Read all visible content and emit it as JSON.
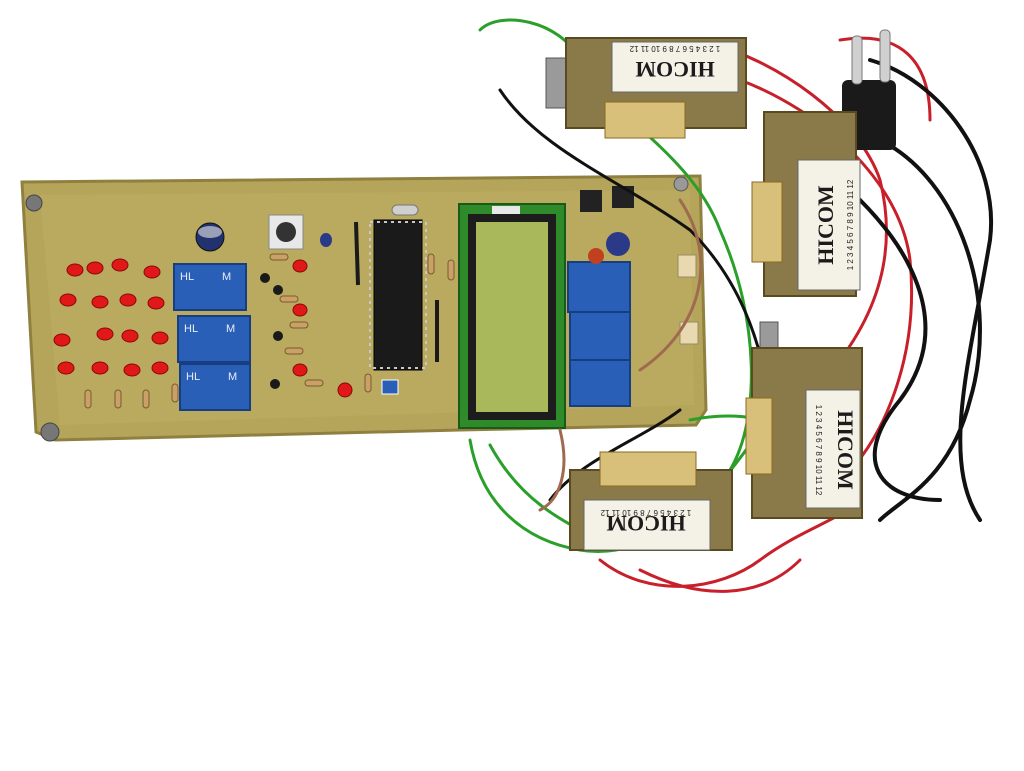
{
  "transformers": [
    {
      "brand": "HICOM",
      "pins": "1 2 3 4 5 6 7 8 9 10 11 12"
    },
    {
      "brand": "HICOM",
      "pins": "1 2 3 4 5 6 7 8 9 10 11 12"
    },
    {
      "brand": "HICOM",
      "pins": "1 2 3 4 5 6 7 8 9 10 11 12"
    },
    {
      "brand": "HICOM",
      "pins": "1 2 3 4 5 6 7 8 9 10 11 12"
    }
  ],
  "relays": [
    {
      "brand": "HL",
      "mark": "M"
    },
    {
      "brand": "HL",
      "mark": "M"
    },
    {
      "brand": "HL",
      "mark": "M"
    }
  ],
  "colors": {
    "pcb": "#b5a55a",
    "pcb_edge": "#8f8040",
    "relay_blue": "#2a5fb8",
    "lcd_frame": "#2f8a2a",
    "lcd_glass": "#a8b85a",
    "led_red": "#e01818",
    "wire_red": "#c8202a",
    "wire_green": "#2aa02a",
    "wire_black": "#111111",
    "wire_brown": "#a06a50",
    "transformer_core": "#8a7a4a",
    "transformer_label": "#f4f1e6"
  }
}
